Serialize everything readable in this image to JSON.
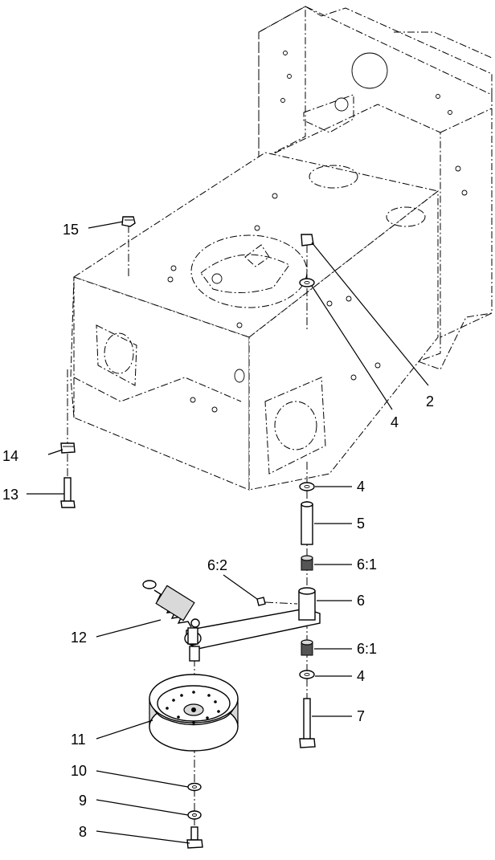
{
  "callouts": {
    "c2": "2",
    "c4a": "4",
    "c4b": "4",
    "c4c": "4",
    "c5": "5",
    "c6": "6",
    "c61a": "6:1",
    "c61b": "6:1",
    "c62": "6:2",
    "c7": "7",
    "c8": "8",
    "c9": "9",
    "c10": "10",
    "c11": "11",
    "c12": "12",
    "c13": "13",
    "c14": "14",
    "c15": "15"
  }
}
